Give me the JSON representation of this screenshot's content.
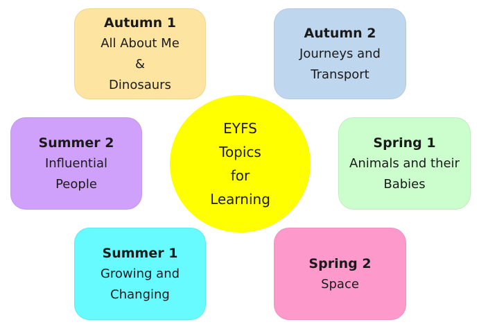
{
  "center": {
    "lines": [
      "EYFS",
      "Topics",
      "for",
      "Learning"
    ],
    "color": "#ffff00"
  },
  "boxes": {
    "autumn1": {
      "title": "Autumn 1",
      "lines": [
        "All About Me",
        "&",
        "Dinosaurs"
      ],
      "color": "#fde4a0"
    },
    "autumn2": {
      "title": "Autumn 2",
      "lines": [
        "Journeys and",
        "Transport"
      ],
      "color": "#bed6ee"
    },
    "summer2": {
      "title": "Summer 2",
      "lines": [
        "Influential",
        "People"
      ],
      "color": "#cfa1fa"
    },
    "spring1": {
      "title": "Spring 1",
      "lines": [
        "Animals and their",
        "Babies"
      ],
      "color": "#ccfdcc"
    },
    "summer1": {
      "title": "Summer 1",
      "lines": [
        "Growing and",
        "Changing"
      ],
      "color": "#67fafe"
    },
    "spring2": {
      "title": "Spring 2",
      "lines": [
        "Space"
      ],
      "color": "#fe99cc"
    }
  }
}
